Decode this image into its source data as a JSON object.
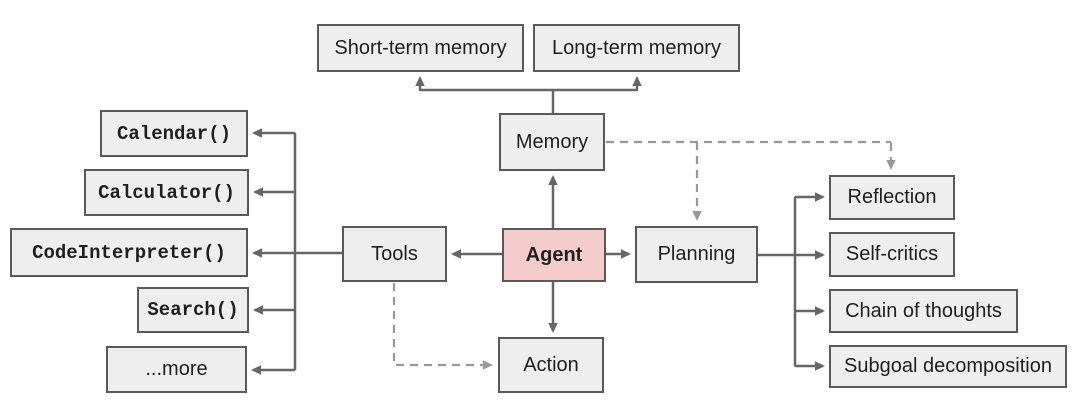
{
  "diagram": {
    "nodes": {
      "short_term": "Short-term memory",
      "long_term": "Long-term memory",
      "memory": "Memory",
      "agent": "Agent",
      "tools": "Tools",
      "planning": "Planning",
      "action": "Action",
      "calendar": "Calendar()",
      "calculator": "Calculator()",
      "code_interpreter": "CodeInterpreter()",
      "search": "Search()",
      "more": "...more",
      "reflection": "Reflection",
      "self_critics": "Self-critics",
      "chain_of_thoughts": "Chain of thoughts",
      "subgoal": "Subgoal decomposition"
    },
    "edges": [
      {
        "from": "memory",
        "to": "short_term",
        "style": "solid-arrow"
      },
      {
        "from": "memory",
        "to": "long_term",
        "style": "solid-arrow"
      },
      {
        "from": "agent",
        "to": "memory",
        "style": "solid-arrow"
      },
      {
        "from": "agent",
        "to": "tools",
        "style": "solid-arrow"
      },
      {
        "from": "agent",
        "to": "planning",
        "style": "solid-arrow"
      },
      {
        "from": "agent",
        "to": "action",
        "style": "solid-arrow"
      },
      {
        "from": "tools",
        "to": "calendar",
        "style": "solid-arrow"
      },
      {
        "from": "tools",
        "to": "calculator",
        "style": "solid-arrow"
      },
      {
        "from": "tools",
        "to": "code_interpreter",
        "style": "solid-arrow"
      },
      {
        "from": "tools",
        "to": "search",
        "style": "solid-arrow"
      },
      {
        "from": "tools",
        "to": "more",
        "style": "solid-arrow"
      },
      {
        "from": "planning",
        "to": "reflection",
        "style": "solid-arrow"
      },
      {
        "from": "planning",
        "to": "self_critics",
        "style": "solid-arrow"
      },
      {
        "from": "planning",
        "to": "chain_of_thoughts",
        "style": "solid-arrow"
      },
      {
        "from": "planning",
        "to": "subgoal",
        "style": "solid-arrow"
      },
      {
        "from": "memory",
        "to": "planning",
        "style": "dashed-arrow"
      },
      {
        "from": "memory",
        "to": "reflection",
        "style": "dashed-arrow"
      },
      {
        "from": "tools",
        "to": "action",
        "style": "dashed-arrow"
      }
    ],
    "colors": {
      "node_fill": "#eeeeee",
      "node_border": "#595959",
      "agent_fill": "#f4cccc",
      "solid_line": "#666666",
      "dashed_line": "#999999",
      "text": "#1f1f1f",
      "bg": "#ffffff"
    }
  }
}
